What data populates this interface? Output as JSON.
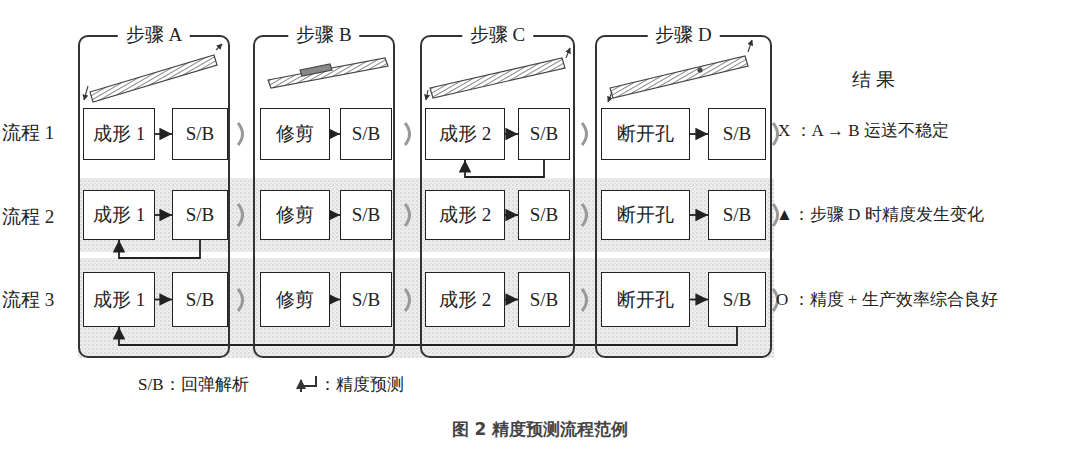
{
  "diagram": {
    "caption": "图 2 精度预测流程范例",
    "nodes": [
      {
        "text": [
          "步骤 A"
        ]
      },
      {
        "text": [
          "成形 1"
        ],
        "in": 0
      },
      {
        "text": [
          "S/B"
        ],
        "in": 0
      },
      {
        "text": [
          "成形 1"
        ],
        "in": 0
      },
      {
        "text": [
          "S/B"
        ],
        "in": 0
      },
      {
        "text": [
          "成形 1"
        ],
        "in": 0
      },
      {
        "text": [
          "S/B"
        ],
        "in": 0
      },
      {
        "text": [
          "步骤 B"
        ]
      },
      {
        "text": [
          "修剪"
        ],
        "in": 7
      },
      {
        "text": [
          "S/B"
        ],
        "in": 7
      },
      {
        "text": [
          "修剪"
        ],
        "in": 7
      },
      {
        "text": [
          "S/B"
        ],
        "in": 7
      },
      {
        "text": [
          "修剪"
        ],
        "in": 7
      },
      {
        "text": [
          "S/B"
        ],
        "in": 7
      },
      {
        "text": [
          "步骤 C"
        ]
      },
      {
        "text": [
          "成形 2"
        ],
        "in": 14
      },
      {
        "text": [
          "S/B"
        ],
        "in": 14
      },
      {
        "text": [
          "成形 2"
        ],
        "in": 14
      },
      {
        "text": [
          "S/B"
        ],
        "in": 14
      },
      {
        "text": [
          "成形 2"
        ],
        "in": 14
      },
      {
        "text": [
          "S/B"
        ],
        "in": 14
      },
      {
        "text": [
          "步骤 D"
        ]
      },
      {
        "text": [
          "断开孔"
        ],
        "in": 21
      },
      {
        "text": [
          "S/B"
        ],
        "in": 21
      },
      {
        "text": [
          "断开孔"
        ],
        "in": 21
      },
      {
        "text": [
          "S/B"
        ],
        "in": 21
      },
      {
        "text": [
          "断开孔"
        ],
        "in": 21
      },
      {
        "text": [
          "S/B"
        ],
        "in": 21
      }
    ],
    "edges": [
      {
        "from": 1,
        "to": 2,
        "arrow": "to"
      },
      {
        "from": 3,
        "to": 4,
        "arrow": "to"
      },
      {
        "from": 5,
        "to": 6,
        "arrow": "to"
      },
      {
        "from": 8,
        "to": 9,
        "arrow": "to"
      },
      {
        "from": 10,
        "to": 11,
        "arrow": "to"
      },
      {
        "from": 12,
        "to": 13,
        "arrow": "to"
      },
      {
        "from": 15,
        "to": 16,
        "arrow": "to"
      },
      {
        "from": 17,
        "to": 18,
        "arrow": "to"
      },
      {
        "from": 19,
        "to": 20,
        "arrow": "to"
      },
      {
        "from": 22,
        "to": 23,
        "arrow": "to"
      },
      {
        "from": 24,
        "to": 25,
        "arrow": "to"
      },
      {
        "from": 26,
        "to": 27,
        "arrow": "to"
      },
      {
        "from": 16,
        "to": 15,
        "arrow": "to"
      },
      {
        "from": 4,
        "to": 3,
        "arrow": "to"
      },
      {
        "from": 27,
        "to": 5,
        "arrow": "to"
      }
    ],
    "labels": [
      "流程 1",
      "流程 2",
      "流程 3",
      "结 果",
      "X ：A → B 运送不稳定",
      "▲：步骤 D 时精度发生变化",
      "O ：精度 + 生产效率综合良好"
    ],
    "legend": [
      {
        "text": "S/B：回弹解析"
      },
      {
        "text": "：精度预测"
      }
    ]
  }
}
